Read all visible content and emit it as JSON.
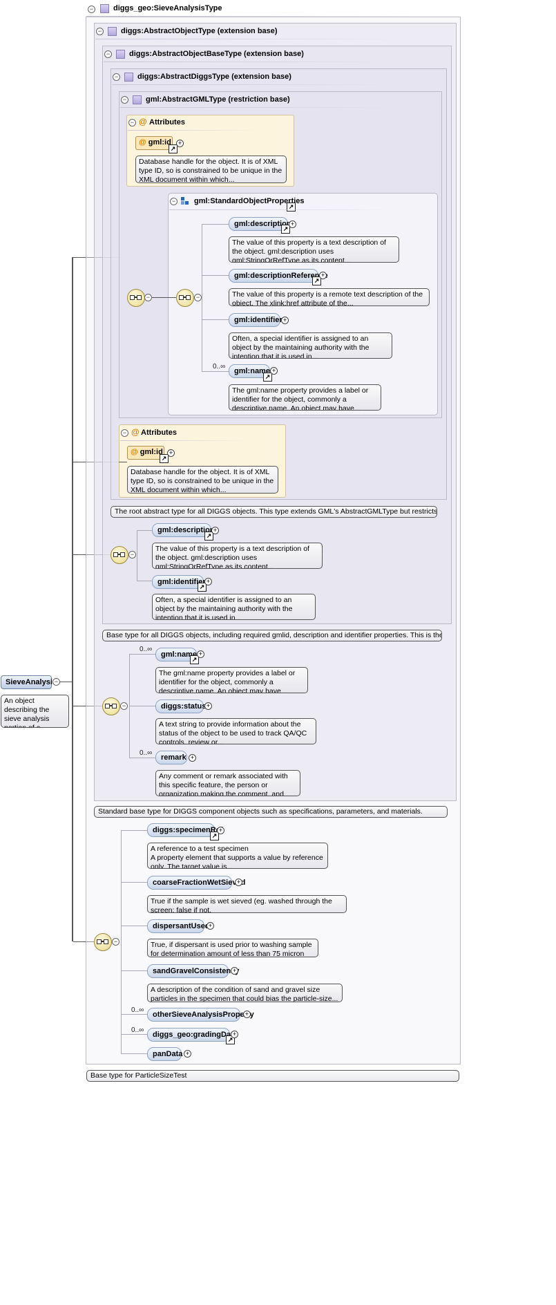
{
  "root": {
    "label": "SieveAnalysis",
    "desc": "An object describing the sieve analysis portion of a particle size test procedure."
  },
  "boxes": {
    "sieve_type": {
      "title": "diggs_geo:SieveAnalysisType",
      "note": "Base type for ParticleSizeTest"
    },
    "abstract_object": {
      "title": "diggs:AbstractObjectType (extension base)",
      "note": "Standard base type for DIGGS component objects such as specifications, parameters, and materials."
    },
    "abstract_object_base": {
      "title": "diggs:AbstractObjectBaseType (extension base)",
      "note": "Base type for all DIGGS objects, including required gmlid, description and identifier properties. This is the..."
    },
    "abstract_diggs": {
      "title": "diggs:AbstractDiggsType (extension base)",
      "note": "The root abstract type for all DIGGS objects. This type extends GML's AbstractGMLType but restricts it to require a..."
    },
    "abstract_gml": {
      "title": "gml:AbstractGMLType (restriction base)"
    },
    "std_props": {
      "title": "gml:StandardObjectProperties"
    }
  },
  "attributes": {
    "title": "Attributes",
    "at_symbol": "@",
    "gml_id": "gml:id",
    "gml_id_desc": "Database handle for the object. It is of XML type ID, so is constrained to be unique in the XML document within which..."
  },
  "elements": {
    "gml_description": {
      "label": "gml:description",
      "desc": "The value of this property is a text description of the object. gml:description uses gml:StringOrRefType as its content..."
    },
    "gml_description_ref": {
      "label": "gml:descriptionReference",
      "desc": "The value of this property is a remote text description of the object. The xlink:href attribute of the..."
    },
    "gml_identifier": {
      "label": "gml:identifier",
      "desc": "Often, a special identifier is assigned to an object by the maintaining authority with the intention that it is used in..."
    },
    "gml_name": {
      "label": "gml:name",
      "desc": "The gml:name property provides a label or identifier for the object, commonly a descriptive name. An object may have..."
    },
    "diggs_status": {
      "label": "diggs:status",
      "desc": "A text string to provide information about the status of the object to be used to track QA/QC controls, review or..."
    },
    "remark": {
      "label": "remark",
      "desc": "Any comment or remark associated with this specific feature, the person or organization making the comment, and the..."
    },
    "specimen_ref": {
      "label": "diggs:specimenRef",
      "desc": "A reference to a test specimen\nA property element that supports a value by reference only. The target value is..."
    },
    "coarse_fraction": {
      "label": "coarseFractionWetSieved",
      "desc": "True if the sample is wet sieved (eg. washed through the screen; false if not."
    },
    "dispersant_used": {
      "label": "dispersantUsed",
      "desc": "True, if dispersant is used prior to washing sample for determination amount of less than 75 micron sediment."
    },
    "sand_gravel": {
      "label": "sandGravelConsistency",
      "desc": "A description of the condition of sand and gravel size particles in the specimen that could bias the particle-size..."
    },
    "other_sieve": {
      "label": "otherSieveAnalysisProperty"
    },
    "grading_data": {
      "label": "diggs_geo:gradingData"
    },
    "pan_data": {
      "label": "panData"
    }
  },
  "cardinality": {
    "many": "0..∞"
  },
  "glyphs": {
    "collapse": "−",
    "expand": "+",
    "link": "↗"
  },
  "icons": [
    "collapse-toggle-icon",
    "complex-type-icon",
    "attribute-at-icon",
    "sequence-compositor-icon",
    "group-ref-icon",
    "reference-arrow-icon",
    "expand-plus-icon"
  ]
}
